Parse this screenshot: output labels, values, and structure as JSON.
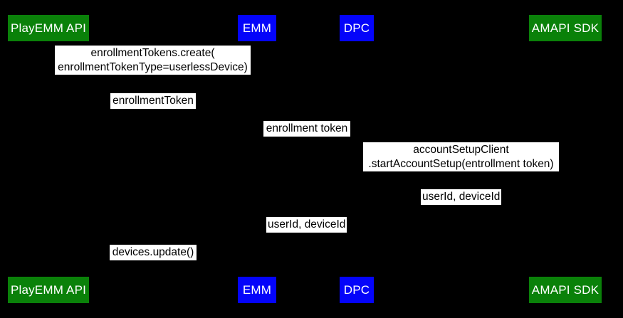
{
  "diagram": {
    "type": "sequence-diagram",
    "background": "#000000",
    "label_bg": "#ffffff",
    "label_text_color": "#000000",
    "actor_text_color": "#ffffff"
  },
  "actors": [
    {
      "label": "PlayEMM API",
      "color": "#0a8109"
    },
    {
      "label": "EMM",
      "color": "#0404fa"
    },
    {
      "label": "DPC",
      "color": "#0404fa"
    },
    {
      "label": "AMAPI SDK",
      "color": "#0a8109"
    }
  ],
  "messages": [
    {
      "lines": [
        "enrollmentTokens.create(",
        "enrollmentTokenType=userlessDevice)"
      ]
    },
    {
      "lines": [
        "enrollmentToken"
      ]
    },
    {
      "lines": [
        "enrollment token"
      ]
    },
    {
      "lines": [
        "accountSetupClient",
        ".startAccountSetup(entrollment token)"
      ]
    },
    {
      "lines": [
        "userId, deviceId"
      ]
    },
    {
      "lines": [
        "userId, deviceId"
      ]
    },
    {
      "lines": [
        "devices.update()"
      ]
    }
  ]
}
